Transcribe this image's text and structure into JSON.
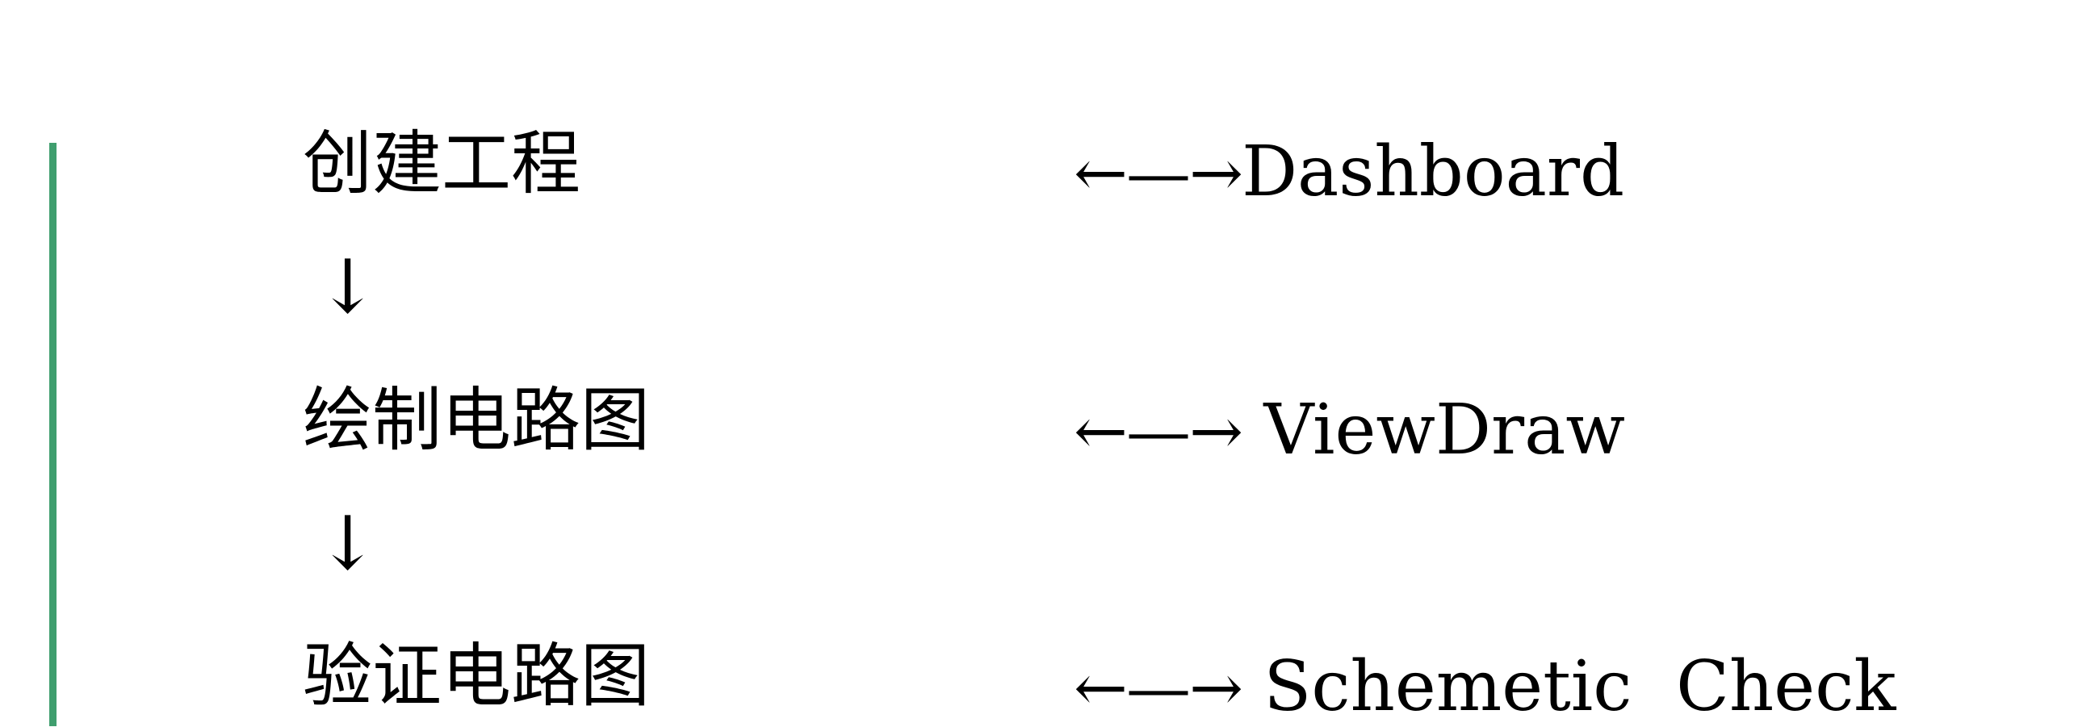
{
  "colors": {
    "accent": "#3f9e6e",
    "text": "#000000",
    "background": "#ffffff"
  },
  "flow": {
    "steps": [
      {
        "label": "创建工程",
        "tool_arrow": "←—→",
        "tool": "Dashboard"
      },
      {
        "label": "绘制电路图",
        "tool_arrow": "←—→",
        "tool": " ViewDraw"
      },
      {
        "label": "验证电路图",
        "tool_arrow": "←—→",
        "tool": " Schemetic  Check"
      }
    ],
    "down_arrow": "↓"
  }
}
